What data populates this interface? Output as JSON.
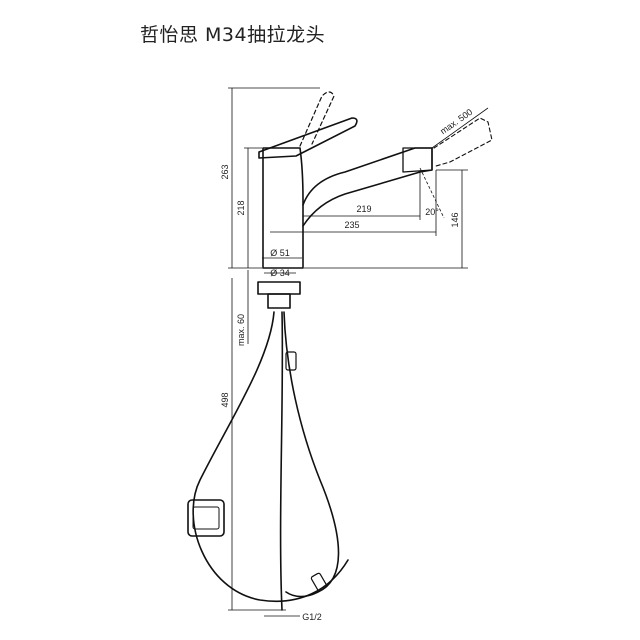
{
  "title": "哲怡思 M34抽拉龙头",
  "dimensions": {
    "total_height": "263",
    "spout_height": "218",
    "reach_inner": "219",
    "reach_outer": "235",
    "pull_height": "146",
    "angle": "20°",
    "pull_out": "max. 500",
    "body_diameter": "Ø 51",
    "shank_diameter": "Ø 34",
    "counter_thickness": "max. 60",
    "hose_length": "498",
    "connection": "G1/2"
  }
}
